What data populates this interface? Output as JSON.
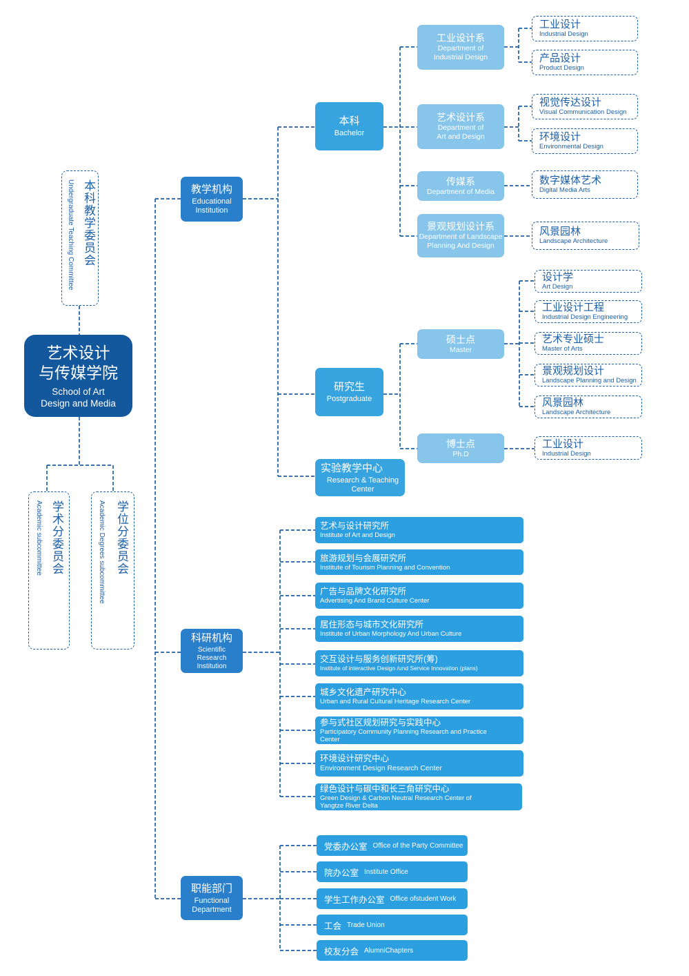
{
  "root": {
    "zh_line1": "艺术设计",
    "zh_line2": "与传媒学院",
    "en_line1": "School of Art",
    "en_line2": "Design and Media"
  },
  "committees": {
    "undergrad": {
      "zh": "本科教学委员会",
      "en": "Undergraduate Teaching Committee"
    },
    "academic": {
      "zh": "学术分委员会",
      "en": "Academic  subcommittee"
    },
    "degrees": {
      "zh": "学位分委员会",
      "en": "Academic  Degrees  subcommittee"
    }
  },
  "educational": {
    "zh": "教学机构",
    "en_line1": "Educational",
    "en_line2": "Institution",
    "bachelor": {
      "zh": "本科",
      "en": "Bachelor",
      "departments": [
        {
          "zh": "工业设计系",
          "en_line1": "Department of",
          "en_line2": "Industrial Design",
          "majors": [
            {
              "zh": "工业设计",
              "en": "Industrial Design"
            },
            {
              "zh": "产品设计",
              "en": "Product Design"
            }
          ]
        },
        {
          "zh": "艺术设计系",
          "en_line1": "Department of",
          "en_line2": "Art and Design",
          "majors": [
            {
              "zh": "视觉传达设计",
              "en": "Visual Communication Design"
            },
            {
              "zh": "环境设计",
              "en": "Environmental Design"
            }
          ]
        },
        {
          "zh": "传媒系",
          "en_line1": "Department of Media",
          "en_line2": "",
          "majors": [
            {
              "zh": "数字媒体艺术",
              "en": "Digital Media Arts"
            }
          ]
        },
        {
          "zh": "景观规划设计系",
          "en_line1": "Department of Landscape",
          "en_line2": "Planning And Design",
          "majors": [
            {
              "zh": "风景园林",
              "en": "Landscape Architecture"
            }
          ]
        }
      ]
    },
    "postgraduate": {
      "zh": "研究生",
      "en": "Postgraduate",
      "master": {
        "zh": "硕士点",
        "en": "Master",
        "majors": [
          {
            "zh": "设计学",
            "en": "Art  Design"
          },
          {
            "zh": "工业设计工程",
            "en": "Industrial Design Engineering"
          },
          {
            "zh": "艺术专业硕士",
            "en": "Master of Arts"
          },
          {
            "zh": "景观规划设计",
            "en": "Landscape Planning and Design"
          },
          {
            "zh": "风景园林",
            "en": "Landscape Architecture"
          }
        ]
      },
      "phd": {
        "zh": "博士点",
        "en": "Ph.D",
        "majors": [
          {
            "zh": "工业设计",
            "en": "Industrial Design"
          }
        ]
      }
    },
    "research_teaching_center": {
      "zh": "实验教学中心",
      "en": "Research & Teaching Center"
    }
  },
  "research": {
    "zh": "科研机构",
    "en_line1": "Scientific",
    "en_line2": "Research",
    "en_line3": "Institution",
    "items": [
      {
        "zh": "艺术与设计研究所",
        "en_line1": "Institute of Art and Design",
        "en_line2": ""
      },
      {
        "zh": "旅游规划与会展研究所",
        "en_line1": "Institute of Tourism Planning and Convention",
        "en_line2": ""
      },
      {
        "zh": "广告与品牌文化研究所",
        "en_line1": "Advertising And Brand Culture Center",
        "en_line2": ""
      },
      {
        "zh": "居住形态与城市文化研究所",
        "en_line1": "Institute of Urban Morphology And Urban Culture",
        "en_line2": ""
      },
      {
        "zh": "交互设计与服务创新研究所(筹)",
        "en_line1": "Institute of interactive Design /und Service Innovation (plans)",
        "en_line2": ""
      },
      {
        "zh": "城乡文化遗产研究中心",
        "en_line1": "Urban and Rural Cultural Heritage Research Center",
        "en_line2": ""
      },
      {
        "zh": "参与式社区规划研究与实践中心",
        "en_line1": "Participatory Community Planning Research and Practice",
        "en_line2": "Center"
      },
      {
        "zh": "环境设计研究中心",
        "en_line1": "Environment Design Research Center",
        "en_line2": ""
      },
      {
        "zh": "绿色设计与碳中和长三角研究中心",
        "en_line1": "Green Design & Carbon Neutral Research Center of",
        "en_line2": "Yangtze River Delta"
      }
    ]
  },
  "functional": {
    "zh": "职能部门",
    "en_line1": "Functional",
    "en_line2": "Department",
    "items": [
      {
        "zh": "党委办公室",
        "en": "Office of the Party Committee"
      },
      {
        "zh": "院办公室",
        "en": "Institute Office"
      },
      {
        "zh": "学生工作办公室",
        "en": "Office ofstudent Work"
      },
      {
        "zh": "工会",
        "en": "Trade Union"
      },
      {
        "zh": "校友分会",
        "en": "AlumniChapters"
      }
    ]
  },
  "colors": {
    "root": "#13579c",
    "level1": "#2a7fcb",
    "level2": "#37a4e0",
    "level3": "#87c6ea",
    "connector": "#1d5fa6"
  }
}
